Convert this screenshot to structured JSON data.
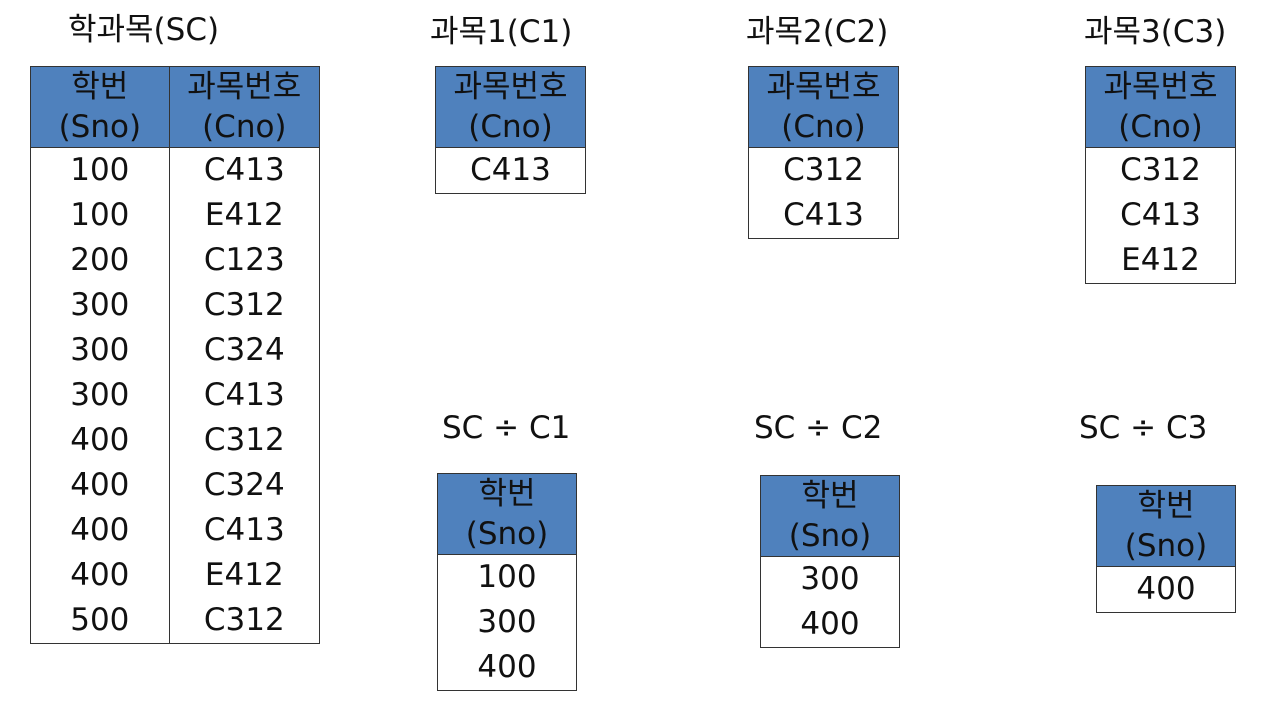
{
  "sc": {
    "title": "학과목(SC)",
    "headers": [
      {
        "line1": "학번",
        "line2": "(Sno)"
      },
      {
        "line1": "과목번호",
        "line2": "(Cno)"
      }
    ],
    "rows": [
      [
        "100",
        "C413"
      ],
      [
        "100",
        "E412"
      ],
      [
        "200",
        "C123"
      ],
      [
        "300",
        "C312"
      ],
      [
        "300",
        "C324"
      ],
      [
        "300",
        "C413"
      ],
      [
        "400",
        "C312"
      ],
      [
        "400",
        "C324"
      ],
      [
        "400",
        "C413"
      ],
      [
        "400",
        "E412"
      ],
      [
        "500",
        "C312"
      ]
    ]
  },
  "c1": {
    "title": "과목1(C1)",
    "header": {
      "line1": "과목번호",
      "line2": "(Cno)"
    },
    "rows": [
      "C413"
    ]
  },
  "c2": {
    "title": "과목2(C2)",
    "header": {
      "line1": "과목번호",
      "line2": "(Cno)"
    },
    "rows": [
      "C312",
      "C413"
    ]
  },
  "c3": {
    "title": "과목3(C3)",
    "header": {
      "line1": "과목번호",
      "line2": "(Cno)"
    },
    "rows": [
      "C312",
      "C413",
      "E412"
    ]
  },
  "r1": {
    "title": "SC ÷ C1",
    "header": {
      "line1": "학번",
      "line2": "(Sno)"
    },
    "rows": [
      "100",
      "300",
      "400"
    ]
  },
  "r2": {
    "title": "SC ÷ C2",
    "header": {
      "line1": "학번",
      "line2": "(Sno)"
    },
    "rows": [
      "300",
      "400"
    ]
  },
  "r3": {
    "title": "SC ÷ C3",
    "header": {
      "line1": "학번",
      "line2": "(Sno)"
    },
    "rows": [
      "400"
    ]
  },
  "colors": {
    "header_fill": "#4f81bd",
    "border": "#333333"
  }
}
